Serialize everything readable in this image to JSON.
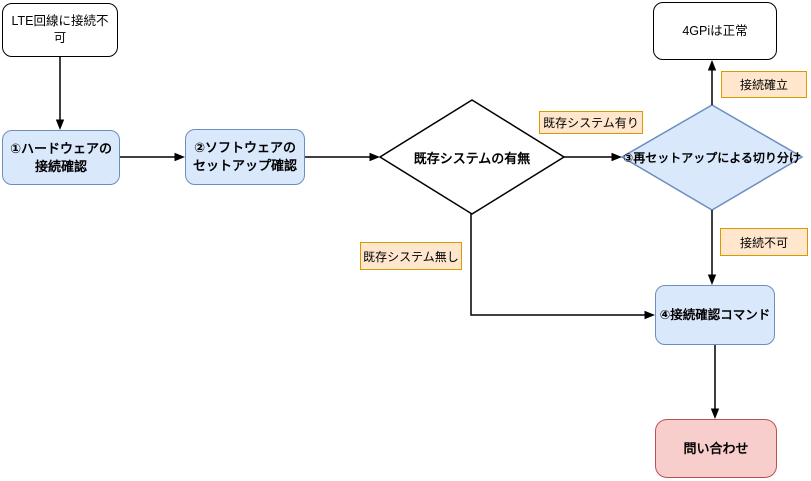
{
  "diagram": {
    "title": "LTE connection troubleshooting flowchart",
    "nodes": {
      "lte_start": {
        "label": "LTE回線に接続不可"
      },
      "hardware_check": {
        "label": "①ハードウェアの接続確認"
      },
      "software_check": {
        "label": "②ソフトウェアのセットアップ確認"
      },
      "existing_system_decision": {
        "label": "既存システムの有無"
      },
      "resetup_decision": {
        "label": "③再セットアップによる切り分け"
      },
      "gpi_ok": {
        "label": "4GPiは正常"
      },
      "check_command": {
        "label": "④接続確認コマンド"
      },
      "inquiry": {
        "label": "問い合わせ"
      }
    },
    "edge_labels": {
      "system_exists": "既存システム有り",
      "system_none": "既存システム無し",
      "connect_established": "接続確立",
      "connect_failed": "接続不可"
    },
    "colors": {
      "process_fill": "#dae8fc",
      "process_border": "#6c8ebf",
      "edge_label_fill": "#ffe6cc",
      "edge_label_border": "#d79b00",
      "terminal_fill": "#ffffff",
      "terminal_border": "#000000",
      "inquiry_fill": "#f8cecc",
      "inquiry_border": "#b85450",
      "line": "#000000",
      "background": "#ffffff"
    }
  }
}
